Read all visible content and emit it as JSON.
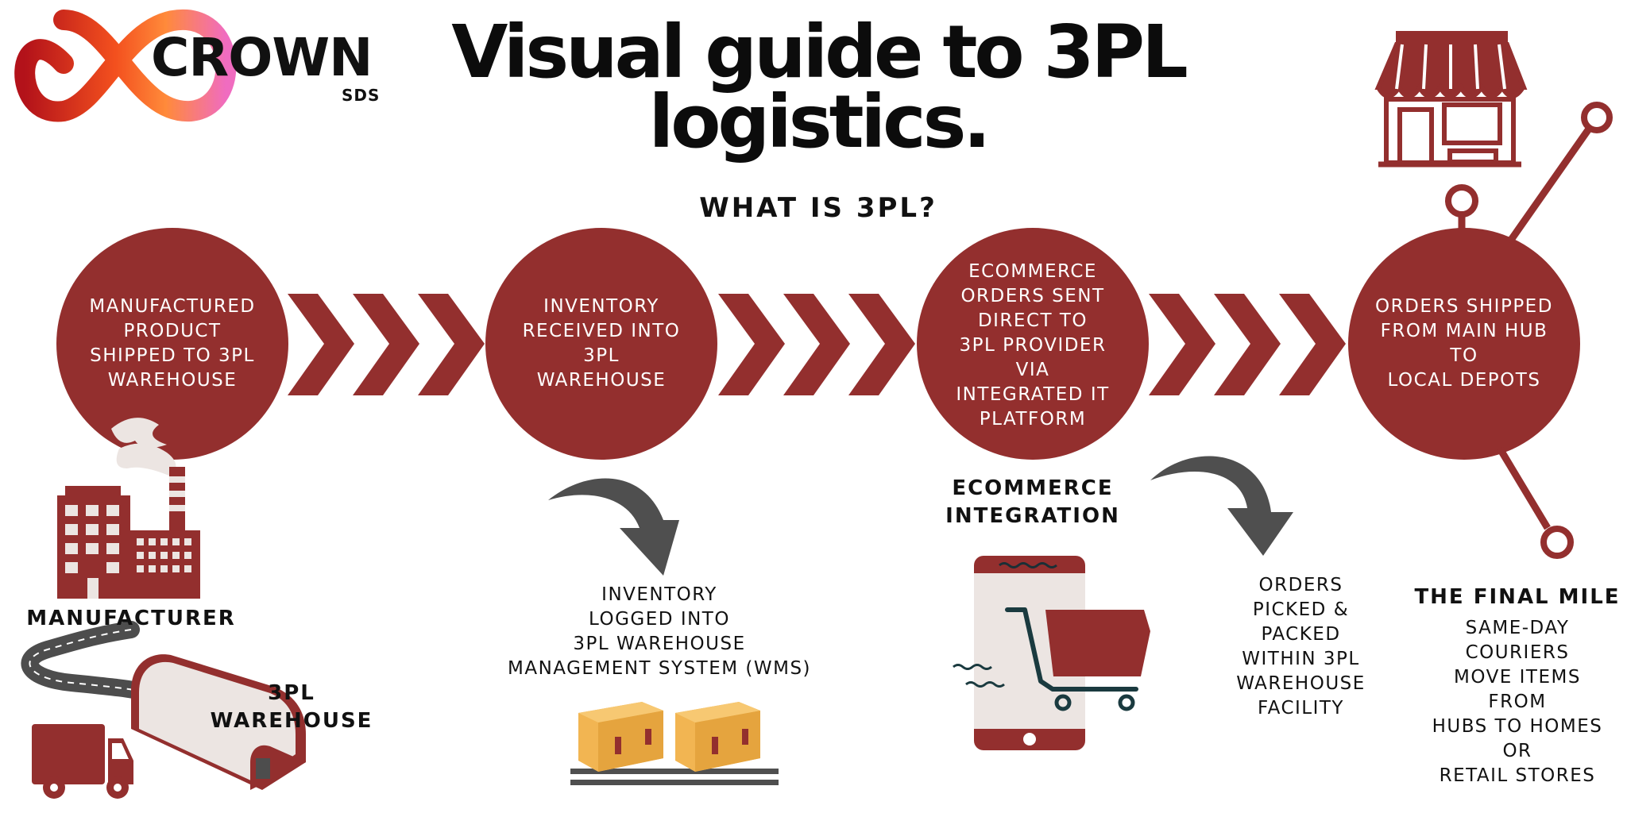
{
  "logo": {
    "name": "CROWN",
    "sub": "SDS"
  },
  "header": {
    "title": "Visual guide to 3PL logistics.",
    "subtitle": "WHAT IS 3PL?"
  },
  "steps": [
    {
      "text": "MANUFACTURED\nPRODUCT\nSHIPPED TO 3PL\nWAREHOUSE"
    },
    {
      "text": "INVENTORY\nRECEIVED INTO\n3PL\nWAREHOUSE"
    },
    {
      "text": "ECOMMERCE\nORDERS SENT\nDIRECT TO\n3PL PROVIDER\nVIA\nINTEGRATED IT\nPLATFORM"
    },
    {
      "text": "ORDERS SHIPPED\nFROM MAIN HUB\nTO\nLOCAL DEPOTS"
    }
  ],
  "labels": {
    "manufacturer": "MANUFACTURER",
    "warehouse": "3PL WAREHOUSE",
    "ecommerce": "ECOMMERCE\nINTEGRATION",
    "final_mile": "THE FINAL MILE"
  },
  "notes": {
    "wms": "INVENTORY\nLOGGED INTO\n3PL  WAREHOUSE\nMANAGEMENT SYSTEM (WMS)",
    "picked": "ORDERS\nPICKED &\nPACKED\nWITHIN 3PL\nWAREHOUSE\nFACILITY",
    "final": "SAME-DAY\nCOURIERS\nMOVE ITEMS\nFROM\nHUBS TO HOMES\nOR\nRETAIL STORES"
  },
  "icons": [
    "infinity-logo-icon",
    "factory-icon",
    "road-icon",
    "delivery-truck-icon",
    "warehouse-icon",
    "curved-arrow-icon",
    "boxes-icon",
    "smartphone-icon",
    "shopping-cart-icon",
    "shop-icon",
    "chevron-arrow-icon"
  ],
  "colors": {
    "brand": "#932f2e",
    "arrow_gray": "#4f4f4f",
    "box": "#f2b552",
    "cream": "#ece5e2"
  }
}
